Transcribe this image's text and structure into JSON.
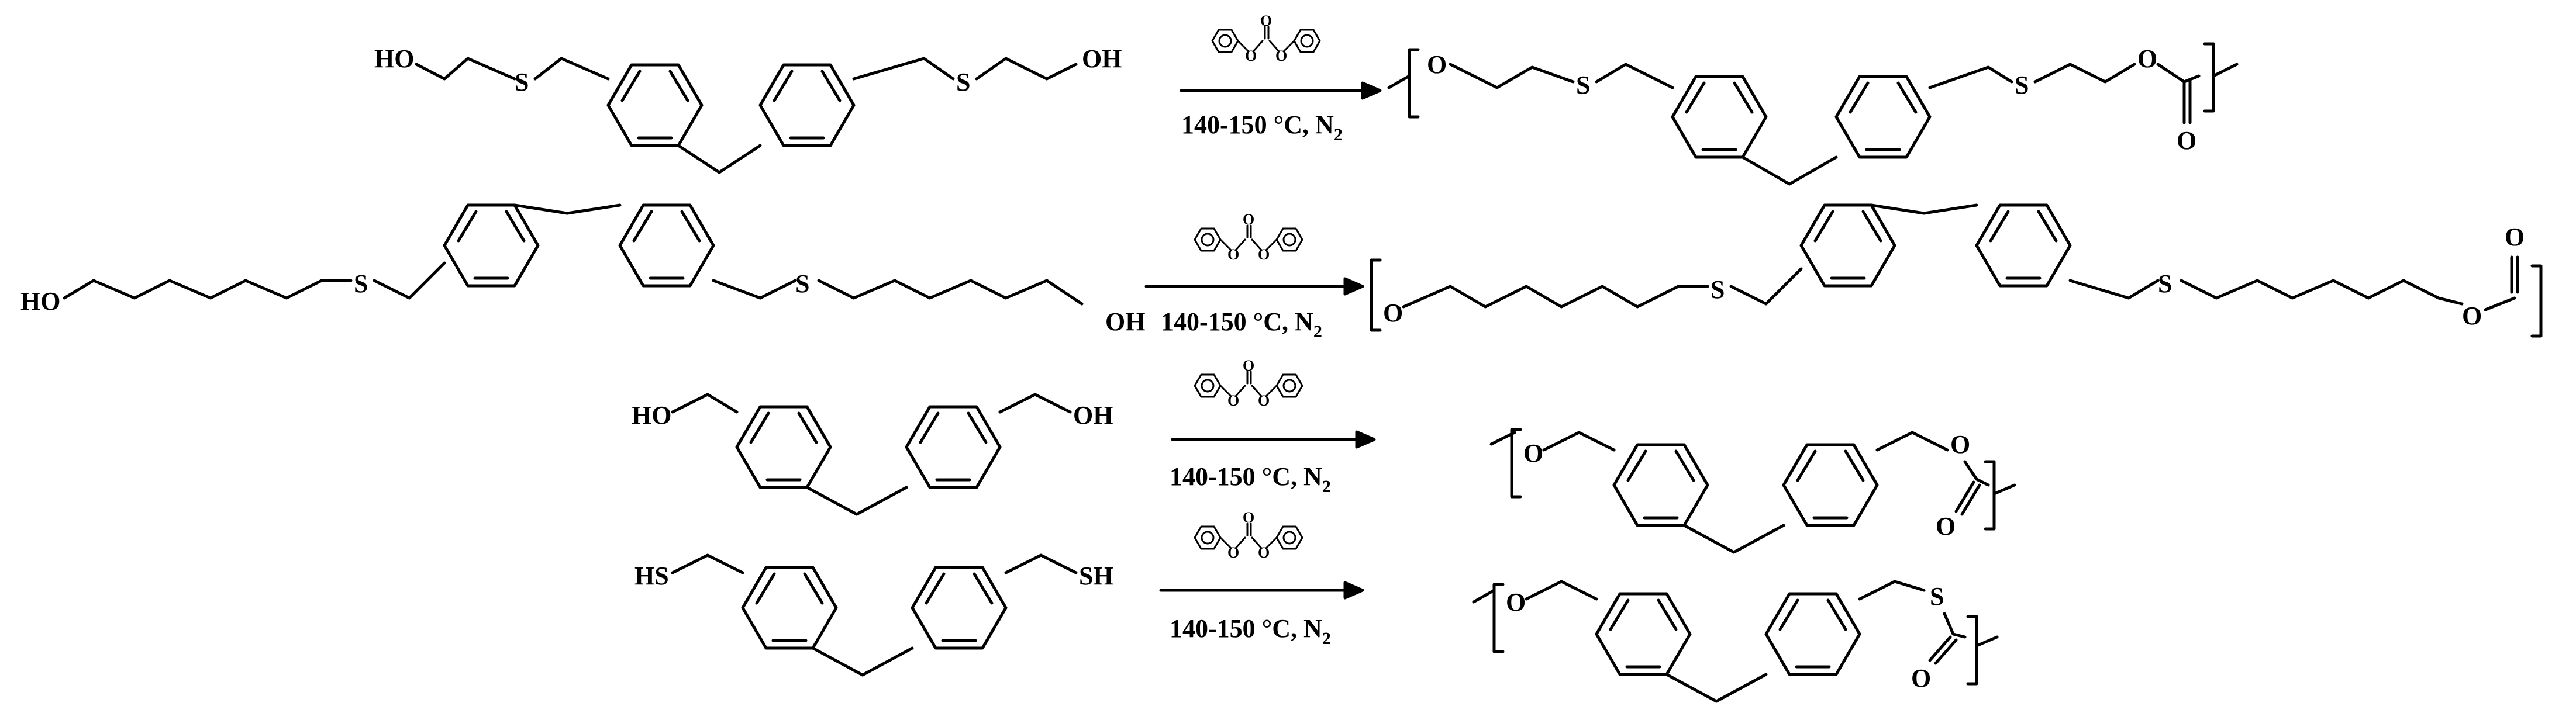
{
  "labels": {
    "HO": "HO",
    "OH": "OH",
    "S": "S",
    "O": "O",
    "HS": "HS",
    "SH": "SH"
  },
  "reactions": [
    {
      "condition": "140-150 °C, N",
      "n2_sub": "2"
    },
    {
      "condition": "140-150 °C, N",
      "n2_sub": "2"
    },
    {
      "condition": "140-150 °C, N",
      "n2_sub": "2"
    },
    {
      "condition": "140-150 °C, N",
      "n2_sub": "2"
    }
  ]
}
